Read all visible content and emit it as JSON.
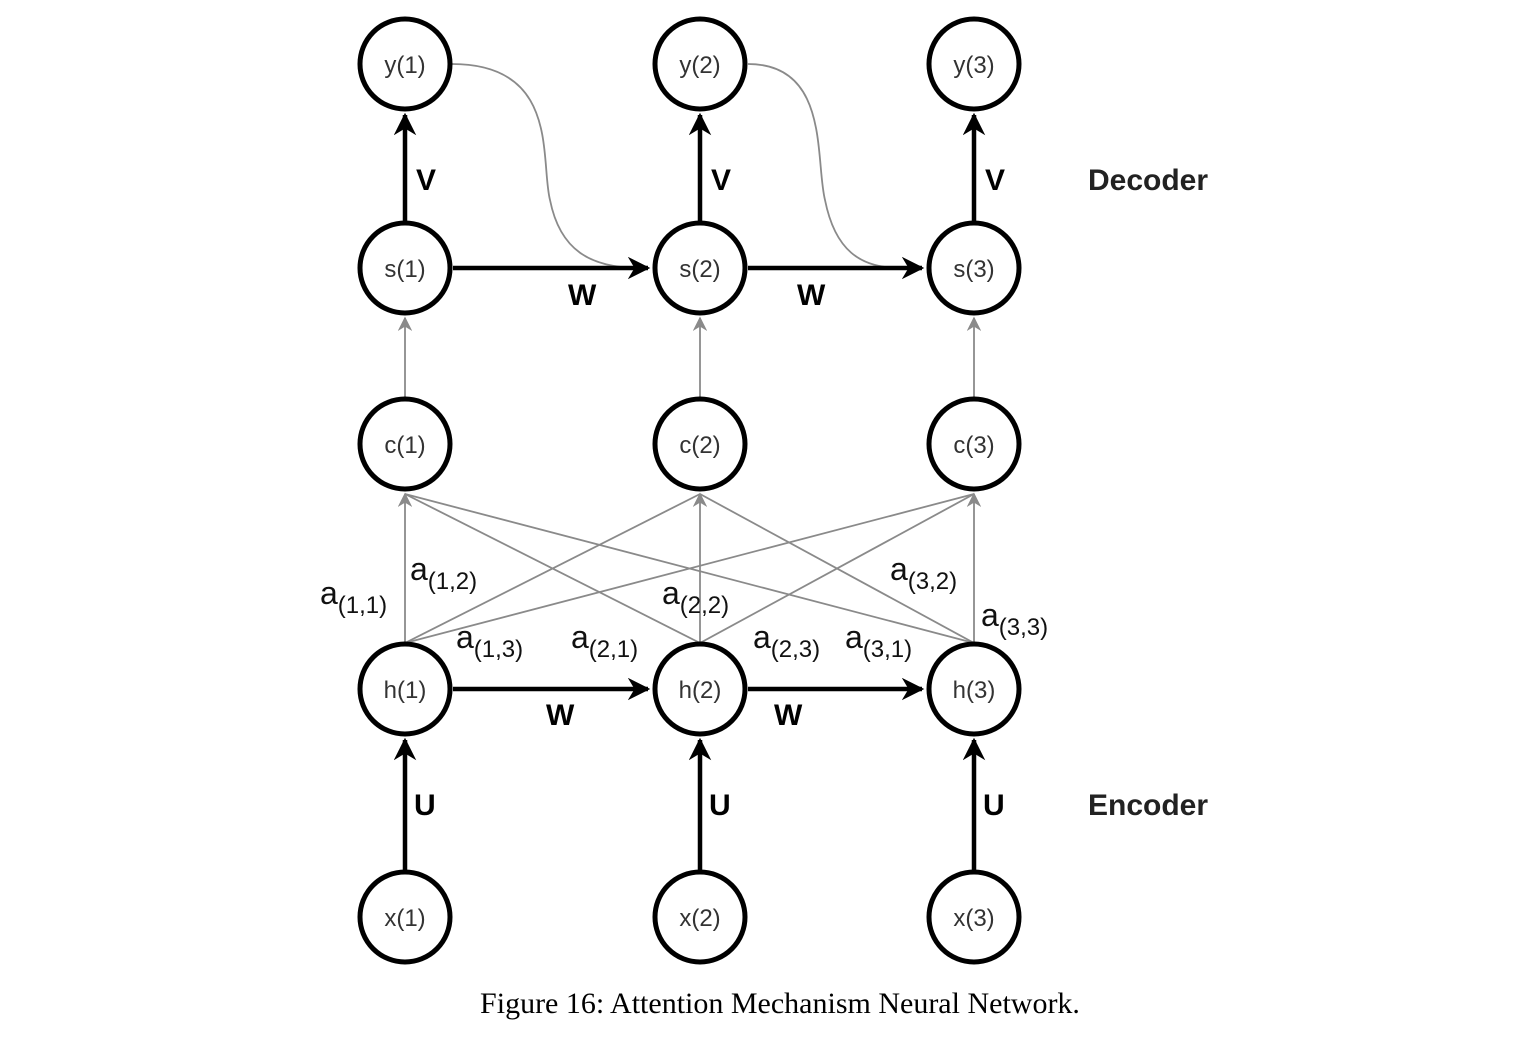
{
  "nodes": {
    "y1": "y(1)",
    "y2": "y(2)",
    "y3": "y(3)",
    "s1": "s(1)",
    "s2": "s(2)",
    "s3": "s(3)",
    "c1": "c(1)",
    "c2": "c(2)",
    "c3": "c(3)",
    "h1": "h(1)",
    "h2": "h(2)",
    "h3": "h(3)",
    "x1": "x(1)",
    "x2": "x(2)",
    "x3": "x(3)"
  },
  "weights": {
    "V": "V",
    "W": "W",
    "U": "U"
  },
  "section_labels": {
    "decoder": "Decoder",
    "encoder": "Encoder"
  },
  "attention": {
    "base": "a",
    "a11": "(1,1)",
    "a12": "(1,2)",
    "a13": "(1,3)",
    "a21": "(2,1)",
    "a22": "(2,2)",
    "a23": "(2,3)",
    "a31": "(3,1)",
    "a32": "(3,2)",
    "a33": "(3,3)"
  },
  "caption": "Figure 16: Attention Mechanism Neural Network."
}
